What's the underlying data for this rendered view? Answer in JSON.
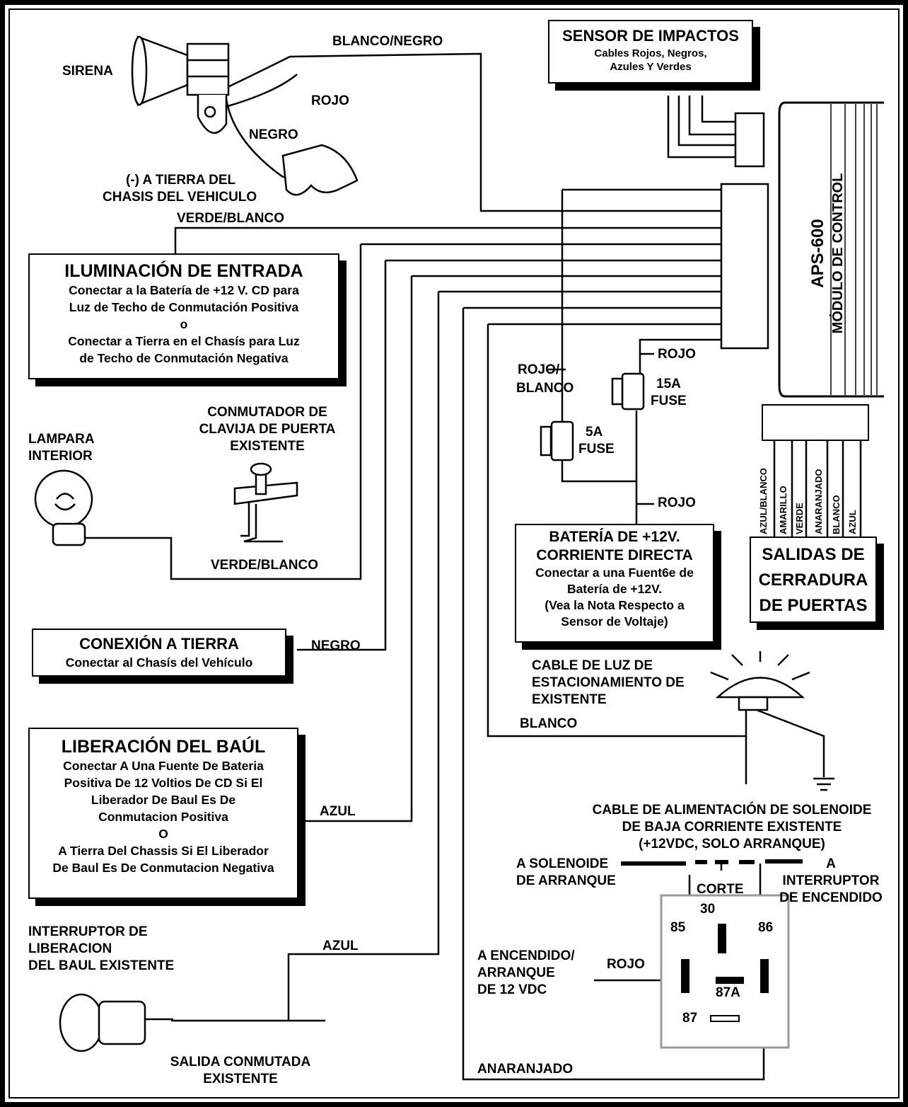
{
  "labels": {
    "sirena": "SIRENA",
    "blanco_negro": "BLANCO/NEGRO",
    "rojo_siren": "ROJO",
    "negro_siren": "NEGRO",
    "tierra_chasis_1": "(-) A TIERRA DEL",
    "tierra_chasis_2": "CHASIS DEL VEHICULO",
    "verde_blanco_top": "VERDE/BLANCO",
    "lampara_1": "LAMPARA",
    "lampara_2": "INTERIOR",
    "conmutador_1": "CONMUTADOR DE",
    "conmutador_2": "CLAVIJA DE PUERTA",
    "conmutador_3": "EXISTENTE",
    "verde_blanco_bottom": "VERDE/BLANCO",
    "negro_ground": "NEGRO",
    "azul_trunk": "AZUL",
    "interruptor_1": "INTERRUPTOR DE",
    "interruptor_2": "LIBERACION",
    "interruptor_3": "DEL BAUL EXISTENTE",
    "azul_switch": "AZUL",
    "salida_1": "SALIDA CONMUTADA",
    "salida_2": "EXISTENTE",
    "rojo_blanco_1": "ROJO/",
    "rojo_blanco_2": "BLANCO",
    "rojo_15a": "ROJO",
    "fuse15_1": "15A",
    "fuse15_2": "FUSE",
    "fuse5_1": "5A",
    "fuse5_2": "FUSE",
    "rojo_battery": "ROJO",
    "luz_1": "CABLE DE LUZ DE",
    "luz_2": "ESTACIONAMIENTO DE",
    "luz_3": "EXISTENTE",
    "blanco_light": "BLANCO",
    "sol_1": "CABLE DE ALIMENTACIÓN DE SOLENOIDE",
    "sol_2": "DE BAJA CORRIENTE EXISTENTE",
    "sol_3": "(+12VDC, SOLO ARRANQUE)",
    "a_sol_1": "A SOLENOIDE",
    "a_sol_2": "DE ARRANQUE",
    "corte": "CORTE",
    "a_int_1": "A",
    "a_int_2": "INTERRUPTOR",
    "a_int_3": "DE ENCENDIDO",
    "a_enc_1": "A ENCENDIDO/",
    "a_enc_2": "ARRANQUE",
    "a_enc_3": "DE 12 VDC",
    "rojo_relay": "ROJO",
    "pin30": "30",
    "pin85": "85",
    "pin86": "86",
    "pin87a": "87A",
    "pin87": "87",
    "anaranjado": "ANARANJADO"
  },
  "lock_wires": [
    "AZUL/BLANCO",
    "AMARILLO",
    "VERDE",
    "ANARANJADO",
    "BLANCO",
    "AZUL"
  ],
  "boxes": {
    "sensor": {
      "title": "SENSOR DE IMPACTOS",
      "line1": "Cables Rojos, Negros,",
      "line2": "Azules  Y  Verdes"
    },
    "module": {
      "line1": "APS-600",
      "line2": "MÓDULO DE CONTROL"
    },
    "iluminacion": {
      "title": "ILUMINACIÓN DE ENTRADA",
      "line1": "Conectar a la Batería de +12 V. CD para",
      "line2": "Luz de Techo de Conmutación Positiva",
      "line3": "o",
      "line4": "Conectar a Tierra en el Chasís para Luz",
      "line5": "de Techo de Conmutación Negativa"
    },
    "tierra": {
      "title": "CONEXIÓN A TIERRA",
      "line1": "Conectar al Chasís del Vehículo"
    },
    "baul": {
      "title": "LIBERACIÓN DEL BAÚL",
      "line1": "Conectar A Una Fuente De Bateria",
      "line2": "Positiva De 12 Voltios De CD Si El",
      "line3": "Liberador De Baul Es De",
      "line4": "Conmutacion Positiva",
      "line5": "O",
      "line6": "A Tierra Del Chassis Si El Liberador",
      "line7": "De Baul Es De Conmutacion Negativa"
    },
    "bateria": {
      "title1": "BATERÍA DE +12V.",
      "title2": "CORRIENTE DIRECTA",
      "line1": "Conectar a una Fuent6e de",
      "line2": "Batería de +12V.",
      "line3": "(Vea la Nota Respecto a",
      "line4": "Sensor de Voltaje)"
    },
    "salidas": {
      "line1": "SALIDAS DE",
      "line2": "CERRADURA",
      "line3": "DE PUERTAS"
    }
  }
}
